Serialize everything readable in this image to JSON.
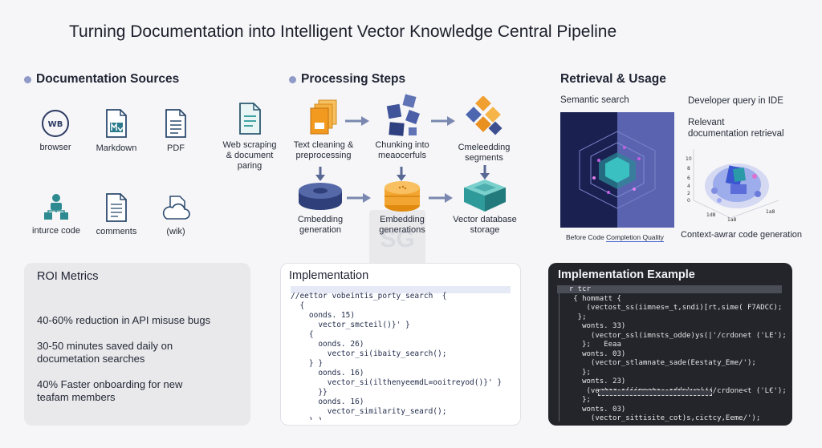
{
  "title": "Turning Documentation into Intelligent Vector Knowledge Central Pipeline",
  "sources": {
    "heading": "Documentation Sources",
    "items": [
      {
        "label": "browser",
        "icon": "wb-badge-icon"
      },
      {
        "label": "Markdown",
        "icon": "markdown-icon"
      },
      {
        "label": "PDF",
        "icon": "pdf-document-icon"
      },
      {
        "label": "inturce code",
        "icon": "org-chart-icon"
      },
      {
        "label": "comments",
        "icon": "comments-document-icon"
      },
      {
        "label": "(wik)",
        "icon": "cloud-wiki-icon"
      }
    ],
    "scraping_label": "Web scraping\n& document\nparing"
  },
  "processing": {
    "heading": "Processing Steps",
    "steps": [
      {
        "label": "Text cleaning &\npreprocessing",
        "icon": "documents-stack-icon"
      },
      {
        "label": "Chunking into\nmeaocerfuls",
        "icon": "chunk-blocks-icon"
      },
      {
        "label": "Cmeleedding\nsegments",
        "icon": "cube-cluster-icon"
      },
      {
        "label": "Cmbedding\ngeneration",
        "icon": "disk-icon"
      },
      {
        "label": "Embedding\ngenerations",
        "icon": "database-icon"
      },
      {
        "label": "Vector database\nstorage",
        "icon": "vector-box-icon"
      }
    ],
    "watermark": "SG"
  },
  "retrieval": {
    "heading": "Retrieval & Usage",
    "semantic_search": "Semantic search",
    "developer_query": "Developer query in IDE",
    "relevant": "Relevant\ndocumentation retrieval",
    "before_label": "Before Code",
    "completion_label": "Completion Quality",
    "context_label": "Context-awrar code generation",
    "chart_ticks": [
      "10",
      "8",
      "6",
      "4",
      "2",
      "0"
    ],
    "chart_x_ticks": [
      "1d8",
      "1a8",
      "1a8"
    ]
  },
  "roi": {
    "heading": "ROI Metrics",
    "metrics": [
      "40-60% reduction in API misuse bugs",
      "30-50 minutes saved daily on\ndocumetation searches",
      "40% Faster onboarding for new\nteafam members"
    ]
  },
  "implementation": {
    "heading": "Implementation",
    "lines": [
      "//eettor vobeintis_porty_search  {",
      "  {",
      "    oonds. 15)",
      "      vector_smcteil()}' }",
      "    {",
      "      oonds. 26)",
      "        vector_si(ibaity_search();",
      "    } }",
      "      oonds. 16)",
      "        vector_si(ilthenyeemdL=ooitreyod()}' }",
      "      }}",
      "      oonds. 16)",
      "        vector_similarity_seard();",
      "    } }",
      "  }"
    ]
  },
  "implementation_example": {
    "heading": "Implementation Example",
    "lines": [
      "  r tcr",
      "   { hommatt {",
      "      (vectost_ss(iimnes=_t,sndi)[rt,sime( F7ADCC);",
      "    };",
      "     wonts. 33)",
      "       (vector_ssl(imnsts_odde)ys(|'/crdonet ('LE');",
      "     };   Eeaa",
      "     wonts. 03)",
      "       (vector_stlamnate_sade(Eestaty_Eme/');",
      "     };",
      "     wonts. 23)",
      "      (vecter s(iimnets=_odde)ys(///crdone<t ('L€');",
      "     };",
      "     wonts. 03)",
      "       (vector_sittisite_cot)s,cictcy,Eeme/');",
      "     };"
    ]
  },
  "colors": {
    "accent_blue": "#3d4f8f",
    "teal": "#2f9a9a",
    "orange": "#f0a030",
    "dark_panel": "#23252b"
  }
}
